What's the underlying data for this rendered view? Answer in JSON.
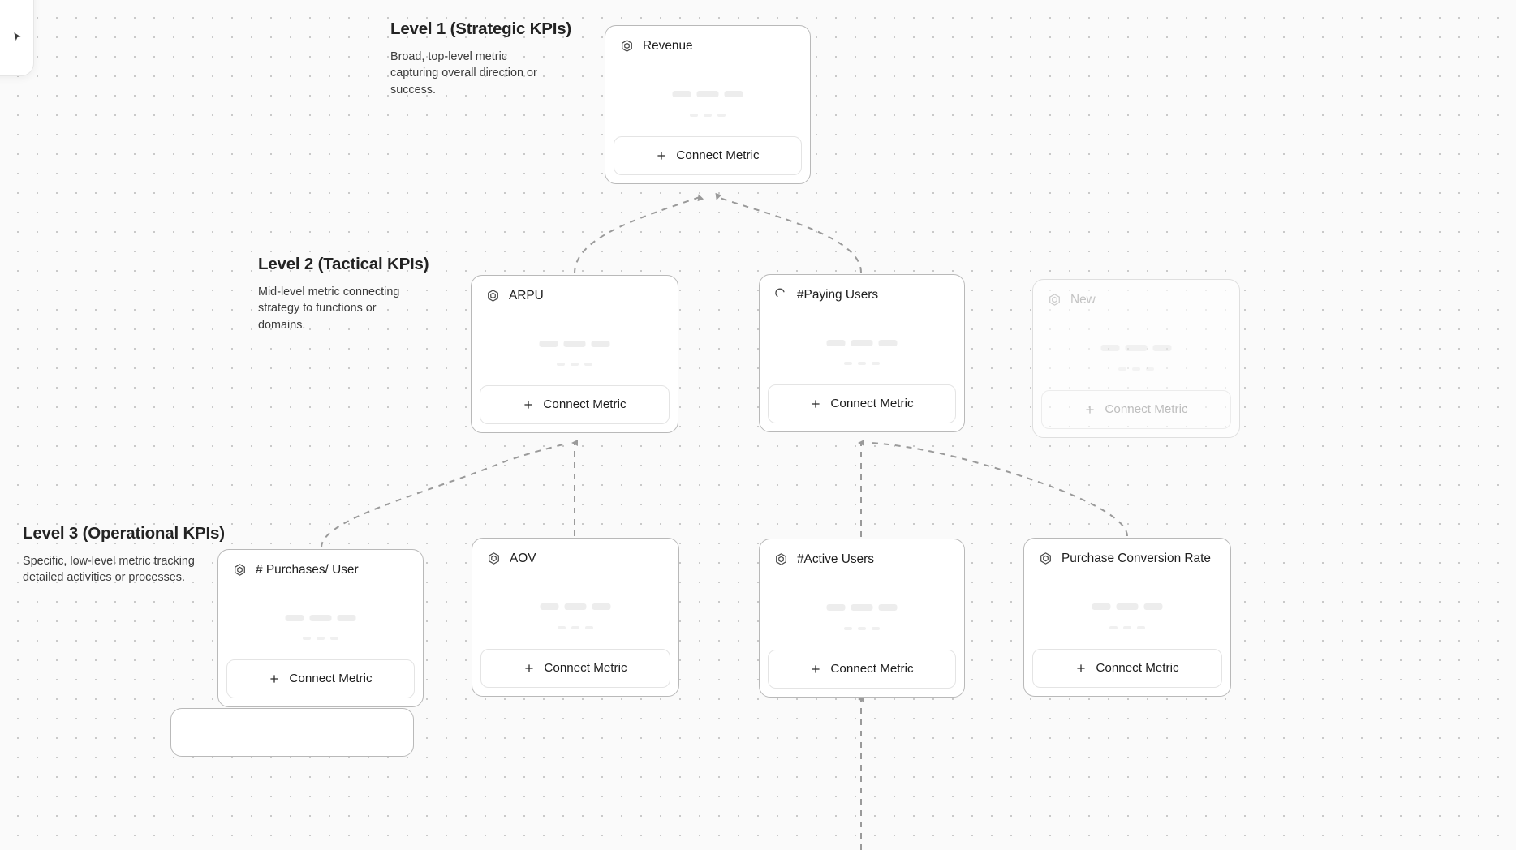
{
  "canvas": {
    "background_color": "#fafafa",
    "dot_color": "#c9c9c9"
  },
  "levels": [
    {
      "id": "level-1",
      "title": "Level 1 (Strategic KPIs)",
      "description": "Broad, top-level metric capturing overall direction or success."
    },
    {
      "id": "level-2",
      "title": "Level 2 (Tactical KPIs)",
      "description": "Mid-level metric connecting strategy to functions or domains."
    },
    {
      "id": "level-3",
      "title": "Level 3 (Operational KPIs)",
      "description": "Specific, low-level metric tracking detailed activities or processes."
    }
  ],
  "cards": {
    "revenue": {
      "title": "Revenue",
      "icon": "hexagon-target-icon",
      "connect_label": "Connect Metric",
      "state": "normal"
    },
    "arpu": {
      "title": "ARPU",
      "icon": "hexagon-target-icon",
      "connect_label": "Connect Metric",
      "state": "normal"
    },
    "paying": {
      "title": "#Paying Users",
      "icon": "loading-spinner-icon",
      "connect_label": "Connect Metric",
      "state": "loading"
    },
    "new": {
      "title": "New",
      "icon": "hexagon-target-icon",
      "connect_label": "Connect Metric",
      "state": "muted"
    },
    "purchases": {
      "title": "# Purchases/ User",
      "icon": "hexagon-target-icon",
      "connect_label": "Connect Metric",
      "state": "normal"
    },
    "aov": {
      "title": "AOV",
      "icon": "hexagon-target-icon",
      "connect_label": "Connect Metric",
      "state": "normal"
    },
    "active": {
      "title": "#Active Users",
      "icon": "hexagon-target-icon",
      "connect_label": "Connect Metric",
      "state": "normal"
    },
    "pcr": {
      "title": "Purchase Conversion Rate",
      "icon": "hexagon-target-icon",
      "connect_label": "Connect Metric",
      "state": "normal"
    }
  },
  "connections": [
    {
      "from": "arpu",
      "to": "revenue"
    },
    {
      "from": "paying",
      "to": "revenue"
    },
    {
      "from": "purchases",
      "to": "arpu"
    },
    {
      "from": "aov",
      "to": "arpu"
    },
    {
      "from": "active",
      "to": "paying"
    },
    {
      "from": "pcr",
      "to": "paying"
    }
  ]
}
